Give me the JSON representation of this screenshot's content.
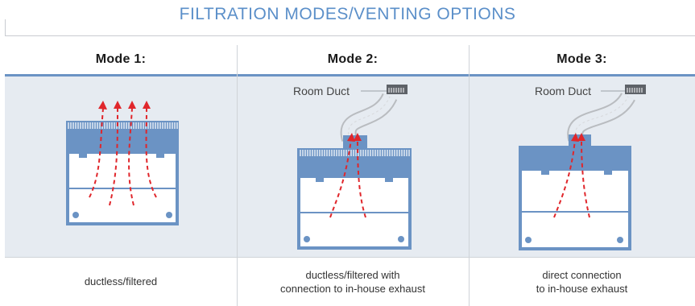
{
  "title": "FILTRATION MODES/VENTING OPTIONS",
  "modes": [
    {
      "header": "Mode 1:",
      "caption": "ductless/filtered"
    },
    {
      "header": "Mode 2:",
      "caption": "ductless/filtered with\nconnection to in-house exhaust",
      "duct_label": "Room Duct"
    },
    {
      "header": "Mode 3:",
      "caption": "direct connection\nto in-house exhaust",
      "duct_label": "Room Duct"
    }
  ],
  "colors": {
    "title": "#5b8fc9",
    "hood_blue": "#6b93c4",
    "panel_bg": "#e6ebf1",
    "arrow_red": "#e0262b",
    "arrow_fade": "#f2b39a",
    "duct_gray": "#b9bcc0"
  }
}
